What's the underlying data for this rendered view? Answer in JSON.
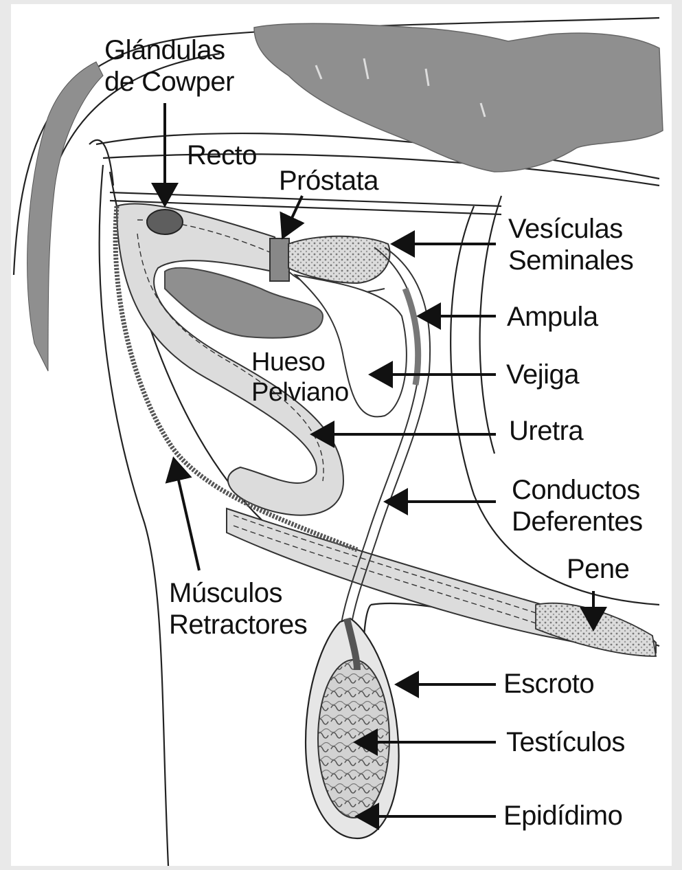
{
  "labels": {
    "glandulas_cowper": [
      "Glándulas",
      "de Cowper"
    ],
    "recto": "Recto",
    "prostata": "Próstata",
    "vesiculas_seminales": [
      "Vesículas",
      "Seminales"
    ],
    "ampula": "Ampula",
    "hueso_pelviano": [
      "Hueso",
      "Pelviano"
    ],
    "vejiga": "Vejiga",
    "uretra": "Uretra",
    "conductos_deferentes": [
      "Conductos",
      "Deferentes"
    ],
    "pene": "Pene",
    "musculos_retractores": [
      "Músculos",
      "Retractores"
    ],
    "escroto": "Escroto",
    "testiculos": "Testículos",
    "epididimo": "Epidídimo"
  },
  "colors": {
    "ink": "#111111",
    "rectum_fill": "#8f8f8f",
    "tissue_fill": "#d9d9d9",
    "light_fill": "#ececec"
  }
}
